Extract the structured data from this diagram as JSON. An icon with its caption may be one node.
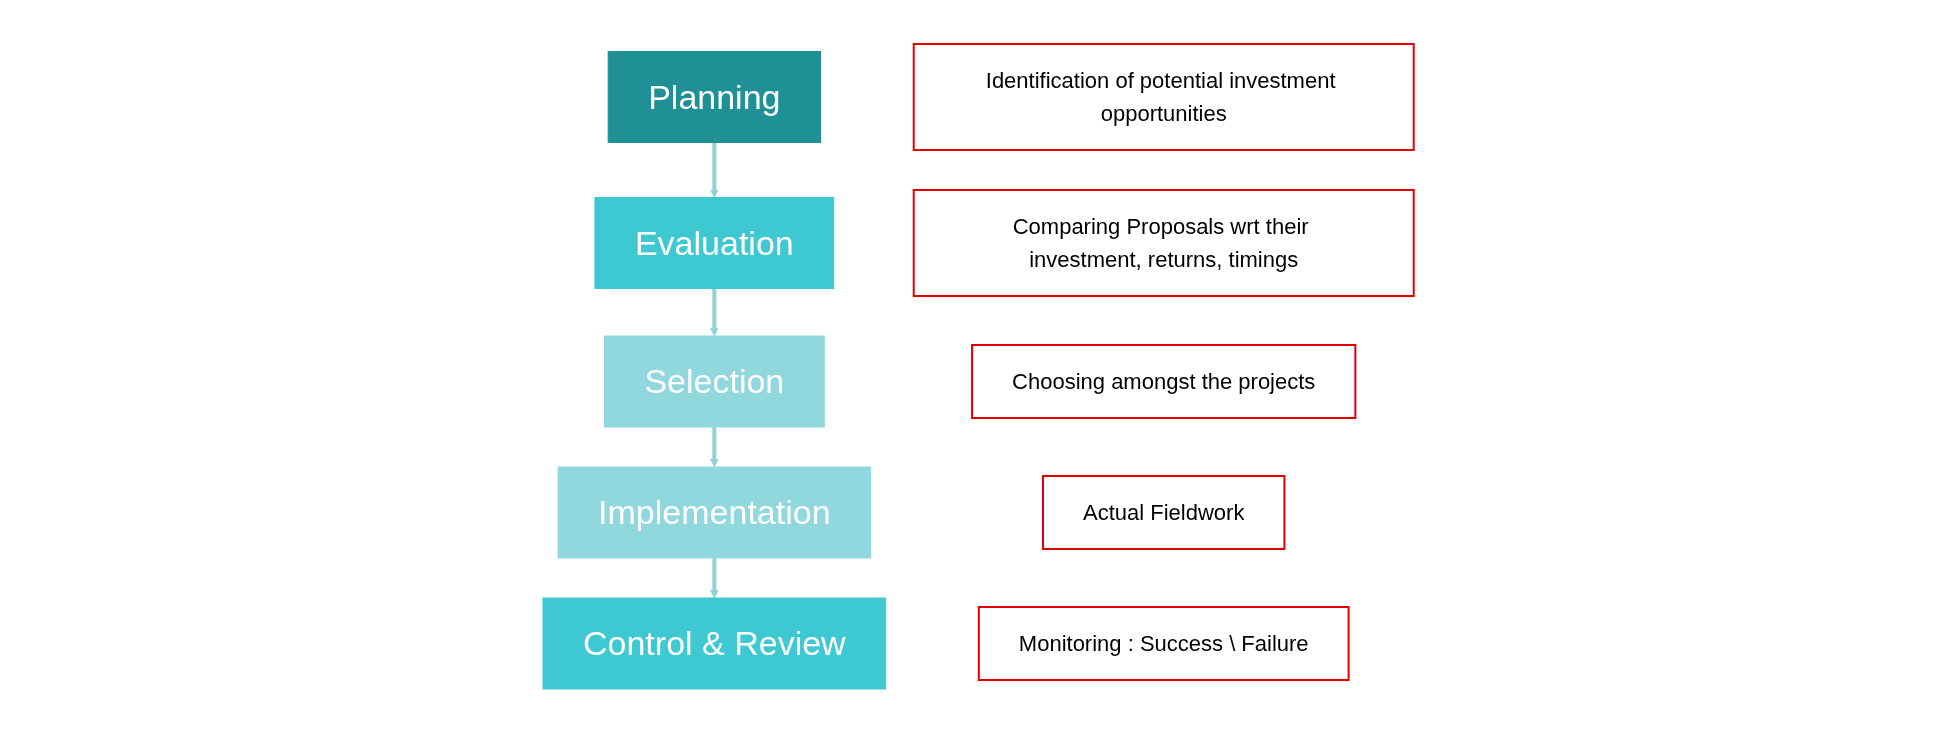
{
  "diagram": {
    "nodes": [
      {
        "text": [
          "Planning"
        ]
      },
      {
        "text": [
          "Evaluation"
        ]
      },
      {
        "text": [
          "Selection"
        ]
      },
      {
        "text": [
          "Implementation"
        ]
      },
      {
        "text": [
          "Control & Review"
        ]
      },
      {
        "text": [
          "Identification of potential investment opportunities"
        ]
      },
      {
        "text": [
          "Comparing Proposals wrt their investment, returns, timings"
        ]
      },
      {
        "text": [
          "Choosing amongst the projects"
        ]
      },
      {
        "text": [
          "Actual Fieldwork"
        ]
      },
      {
        "text": [
          "Monitoring : Success \\ Failure"
        ]
      }
    ],
    "edges": [
      {
        "from": 0,
        "to": 1,
        "arrow": "to"
      },
      {
        "from": 1,
        "to": 2,
        "arrow": "to"
      },
      {
        "from": 2,
        "to": 3,
        "arrow": "to"
      },
      {
        "from": 3,
        "to": 4,
        "arrow": "to"
      }
    ]
  }
}
